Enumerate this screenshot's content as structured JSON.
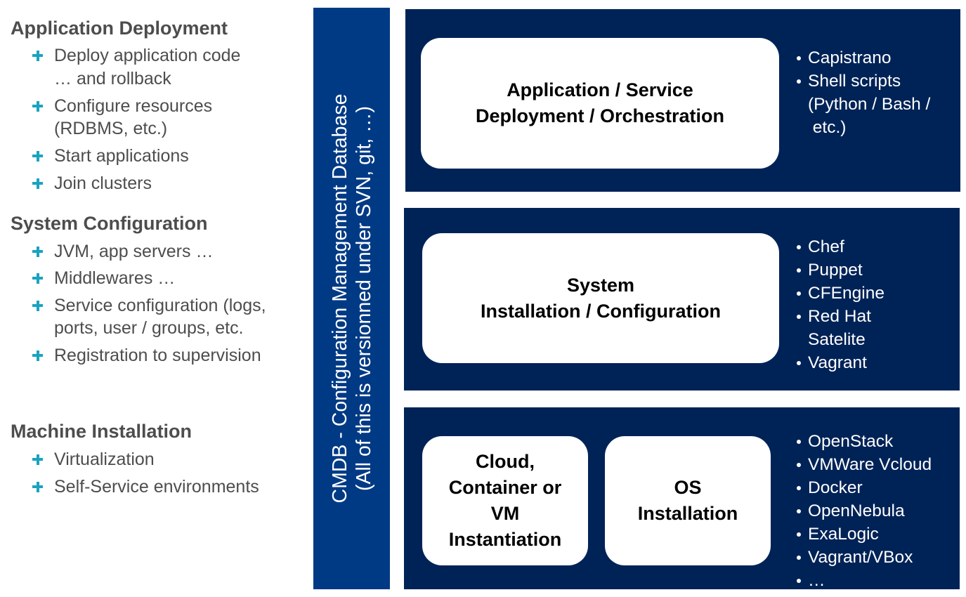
{
  "left_column": {
    "sections": [
      {
        "title": "Application Deployment",
        "items": [
          [
            "Deploy application code",
            "… and rollback"
          ],
          [
            "Configure resources",
            "(RDBMS, etc.)"
          ],
          [
            "Start applications"
          ],
          [
            "Join clusters"
          ]
        ]
      },
      {
        "title": "System Configuration",
        "items": [
          [
            "JVM, app servers …"
          ],
          [
            "Middlewares …"
          ],
          [
            "Service configuration (logs,",
            "ports, user / groups,  etc."
          ],
          [
            "Registration to supervision"
          ]
        ]
      },
      {
        "title": "Machine Installation",
        "items": [
          [
            "Virtualization"
          ],
          [
            "Self-Service  environments"
          ]
        ]
      }
    ]
  },
  "cmdb": {
    "line1": "CMDB - Configuration Management Database",
    "line2": "(All of this is versionned under SVN, git, …)"
  },
  "layers": [
    {
      "boxes": [
        {
          "lines": [
            "Application / Service",
            "Deployment / Orchestration"
          ]
        }
      ],
      "tools": [
        [
          "Capistrano"
        ],
        [
          "Shell scripts",
          "(Python / Bash /",
          " etc.)"
        ]
      ]
    },
    {
      "boxes": [
        {
          "lines": [
            "System",
            "Installation / Configuration"
          ]
        }
      ],
      "tools": [
        [
          "Chef"
        ],
        [
          "Puppet"
        ],
        [
          "CFEngine"
        ],
        [
          "Red Hat",
          "Satelite"
        ],
        [
          "Vagrant"
        ]
      ]
    },
    {
      "boxes": [
        {
          "lines": [
            "Cloud,",
            "Container or",
            "VM",
            "Instantiation"
          ]
        },
        {
          "lines": [
            "OS",
            "Installation"
          ]
        }
      ],
      "tools": [
        [
          "OpenStack"
        ],
        [
          "VMWare Vcloud"
        ],
        [
          "Docker"
        ],
        [
          "OpenNebula"
        ],
        [
          "ExaLogic"
        ],
        [
          "Vagrant/VBox"
        ],
        [
          "…"
        ]
      ]
    }
  ],
  "colors": {
    "cmdb_bar": "#003a85",
    "panel": "#002357",
    "plus_accent": "#1aa3c0",
    "left_text": "#4d4d4d"
  }
}
